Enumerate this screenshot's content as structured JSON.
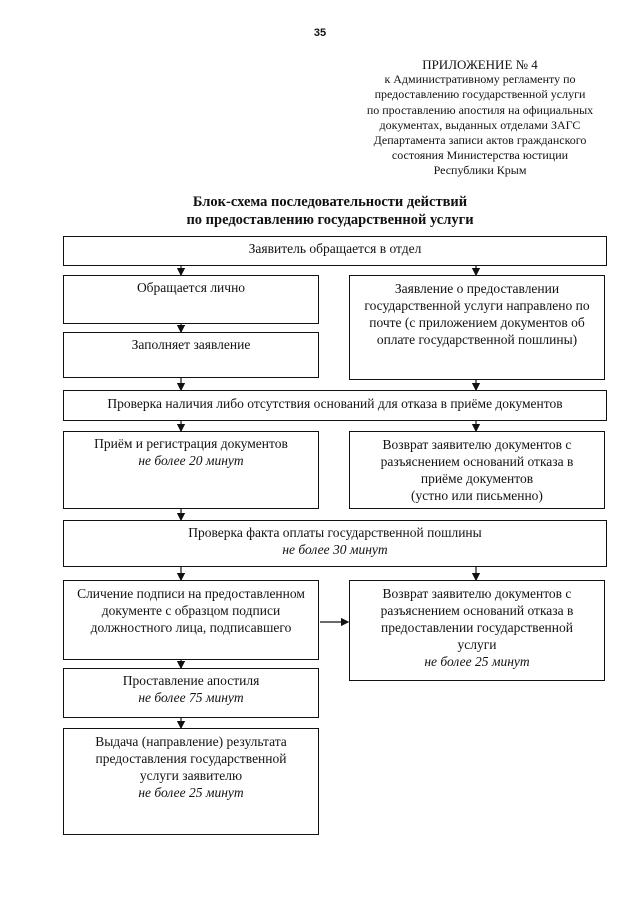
{
  "page_number": "35",
  "appendix": {
    "heading": "ПРИЛОЖЕНИЕ № 4",
    "lines": [
      "к Административному регламенту по",
      "предоставлению государственной услуги",
      "по проставлению апостиля на официальных",
      "документах, выданных отделами ЗАГС",
      "Департамента записи актов гражданского",
      "состояния Министерства юстиции",
      "Республики Крым"
    ]
  },
  "title": {
    "line1": "Блок-схема последовательности действий",
    "line2": "по предоставлению государственной услуги"
  },
  "flowchart": {
    "applicant_applies": "Заявитель обращается в отдел",
    "in_person": "Обращается лично",
    "fills_application": "Заполняет заявление",
    "by_mail": "Заявление о предоставлении государственной услуги направлено по почте (с приложением документов об оплате государственной пошлины)",
    "check_grounds": "Проверка наличия либо отсутствия оснований для отказа в приёме документов",
    "registration": "Приём и регистрация документов",
    "registration_time": "не более 20 минут",
    "return_intake": "Возврат заявителю документов с разъяснением оснований отказа в приёме документов",
    "return_intake_note": "(устно или письменно)",
    "check_payment": "Проверка факта оплаты государственной пошлины",
    "check_payment_time": "не более 30 минут",
    "signature_check": "Сличение подписи на предоставленном документе с образцом подписи должностного лица, подписавшего",
    "return_service": "Возврат заявителю документов с разъяснением оснований отказа в предоставлении государственной услуги",
    "return_service_time": "не более 25 минут",
    "apostille": "Проставление апостиля",
    "apostille_time": "не более 75 минут",
    "issue_result": "Выдача (направление) результата предоставления государственной услуги заявителю",
    "issue_result_time": "не более 25 минут"
  }
}
